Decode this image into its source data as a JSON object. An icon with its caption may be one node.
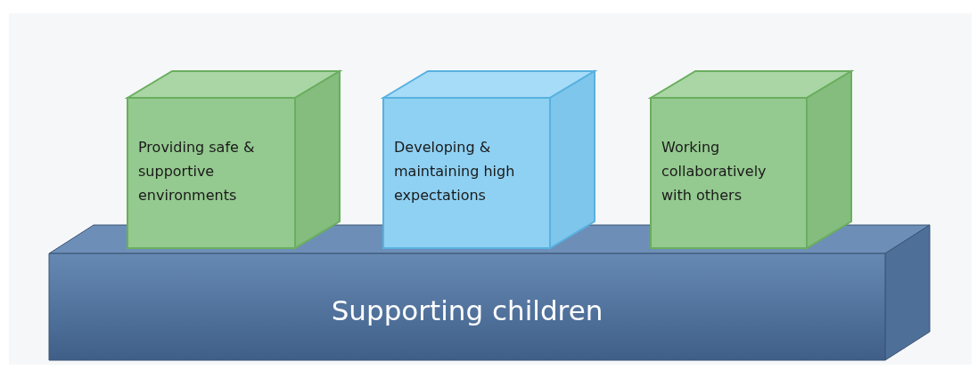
{
  "diagram": {
    "nodes": [
      {
        "text": [
          "Supporting children"
        ]
      },
      {
        "text": [
          "Providing safe & supportive environments"
        ]
      },
      {
        "text": [
          "Developing & maintaining high expectations"
        ]
      },
      {
        "text": [
          "Working collaboratively with others"
        ]
      }
    ]
  }
}
